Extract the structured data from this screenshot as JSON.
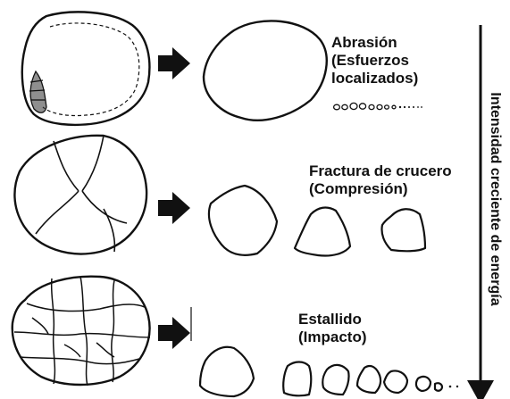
{
  "stages": [
    {
      "title": "Abrasión",
      "lines": [
        "(Esfuerzos",
        "localizados)"
      ]
    },
    {
      "title": "Fractura de crucero",
      "lines": [
        "(Compresión)"
      ]
    },
    {
      "title": "Estallido",
      "lines": [
        "(Impacto)"
      ]
    }
  ],
  "axis": {
    "label": "Intensidad creciente de energía"
  },
  "colors": {
    "ink": "#111111",
    "background": "#ffffff"
  }
}
